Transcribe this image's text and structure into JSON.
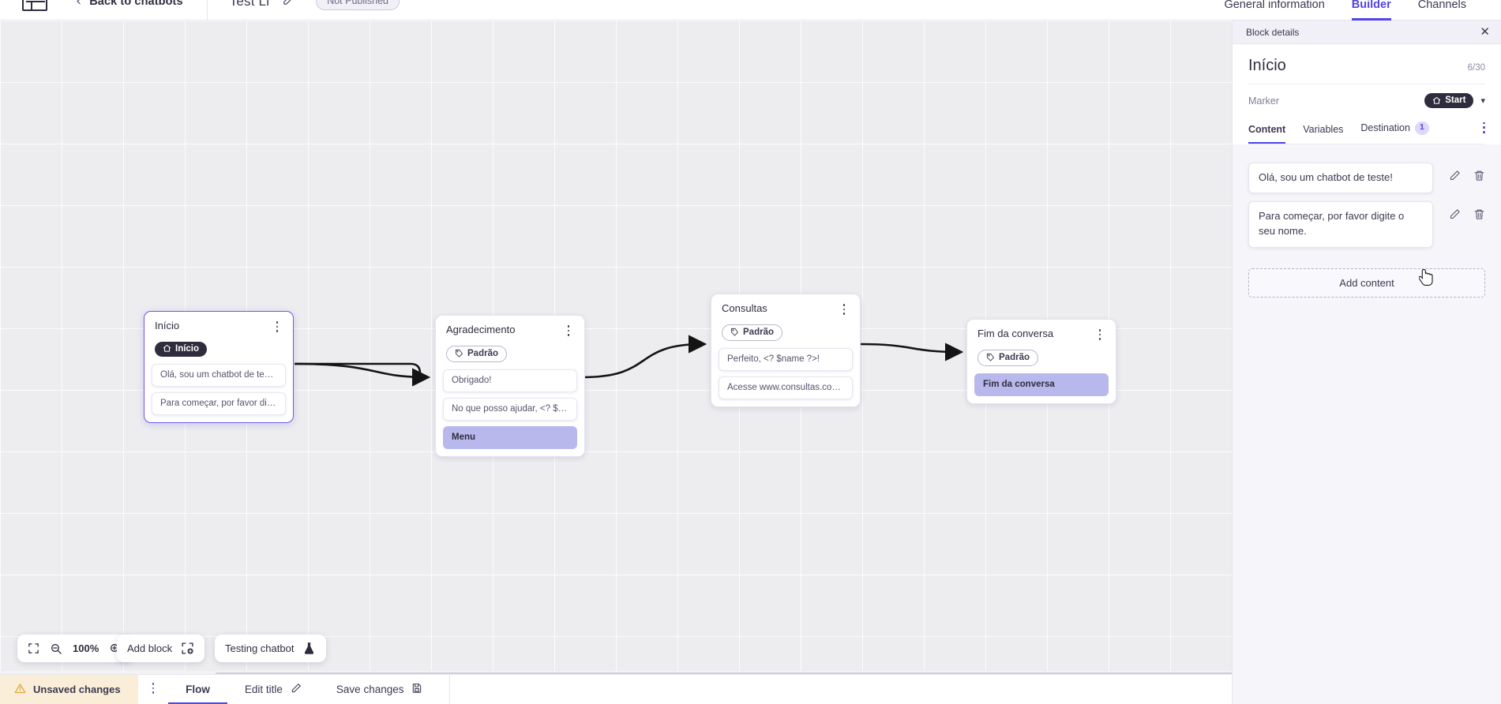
{
  "header": {
    "logo_name": "app-logo",
    "back_label": "Back to chatbots",
    "bot_title": "Test Li",
    "status_pill": "Not Published",
    "tabs": [
      {
        "label": "General information",
        "active": false
      },
      {
        "label": "Builder",
        "active": true
      },
      {
        "label": "Channels",
        "active": false
      }
    ]
  },
  "canvas": {
    "zoom_level": "100%",
    "add_block_label": "Add block",
    "testing_label": "Testing chatbot",
    "nodes": [
      {
        "title": "Início",
        "chip": "Início",
        "chip_type": "start",
        "messages": [
          {
            "text": "Olá, sou um chatbot de teste!",
            "style": "plain"
          },
          {
            "text": "Para começar, por favor digite o …",
            "style": "plain"
          }
        ]
      },
      {
        "title": "Agradecimento",
        "chip": "Padrão",
        "chip_type": "default",
        "messages": [
          {
            "text": "Obrigado!",
            "style": "plain"
          },
          {
            "text": "No que posso ajudar, <? $name …",
            "style": "plain"
          },
          {
            "text": "Menu",
            "style": "menu"
          }
        ]
      },
      {
        "title": "Consultas",
        "chip": "Padrão",
        "chip_type": "default",
        "messages": [
          {
            "text": "Perfeito, <? $name ?>!",
            "style": "plain"
          },
          {
            "text": "Acesse www.consultas.com par…",
            "style": "plain"
          }
        ]
      },
      {
        "title": "Fim da conversa",
        "chip": "Padrão",
        "chip_type": "default",
        "messages": [
          {
            "text": "Fim da conversa",
            "style": "menu"
          }
        ]
      }
    ]
  },
  "panel": {
    "head_title": "Block details",
    "block_title": "Início",
    "char_count": "6/30",
    "marker_label": "Marker",
    "marker_value": "Start",
    "tabs": [
      {
        "label": "Content",
        "badge": "",
        "active": true
      },
      {
        "label": "Variables",
        "badge": "",
        "active": false
      },
      {
        "label": "Destination",
        "badge": "1",
        "active": false
      }
    ],
    "contents": [
      {
        "text": "Olá, sou um chatbot de teste!"
      },
      {
        "text": "Para começar, por favor digite o seu nome."
      }
    ],
    "add_content_label": "Add content"
  },
  "bottom": {
    "unsaved_label": "Unsaved changes",
    "flow_label": "Flow",
    "edit_title_label": "Edit title",
    "save_label": "Save changes"
  },
  "colors": {
    "accent": "#4f46e5",
    "warning_bg": "#fbeed8",
    "menu_chip": "#b9b8ec",
    "dark": "#2f2c3e"
  }
}
